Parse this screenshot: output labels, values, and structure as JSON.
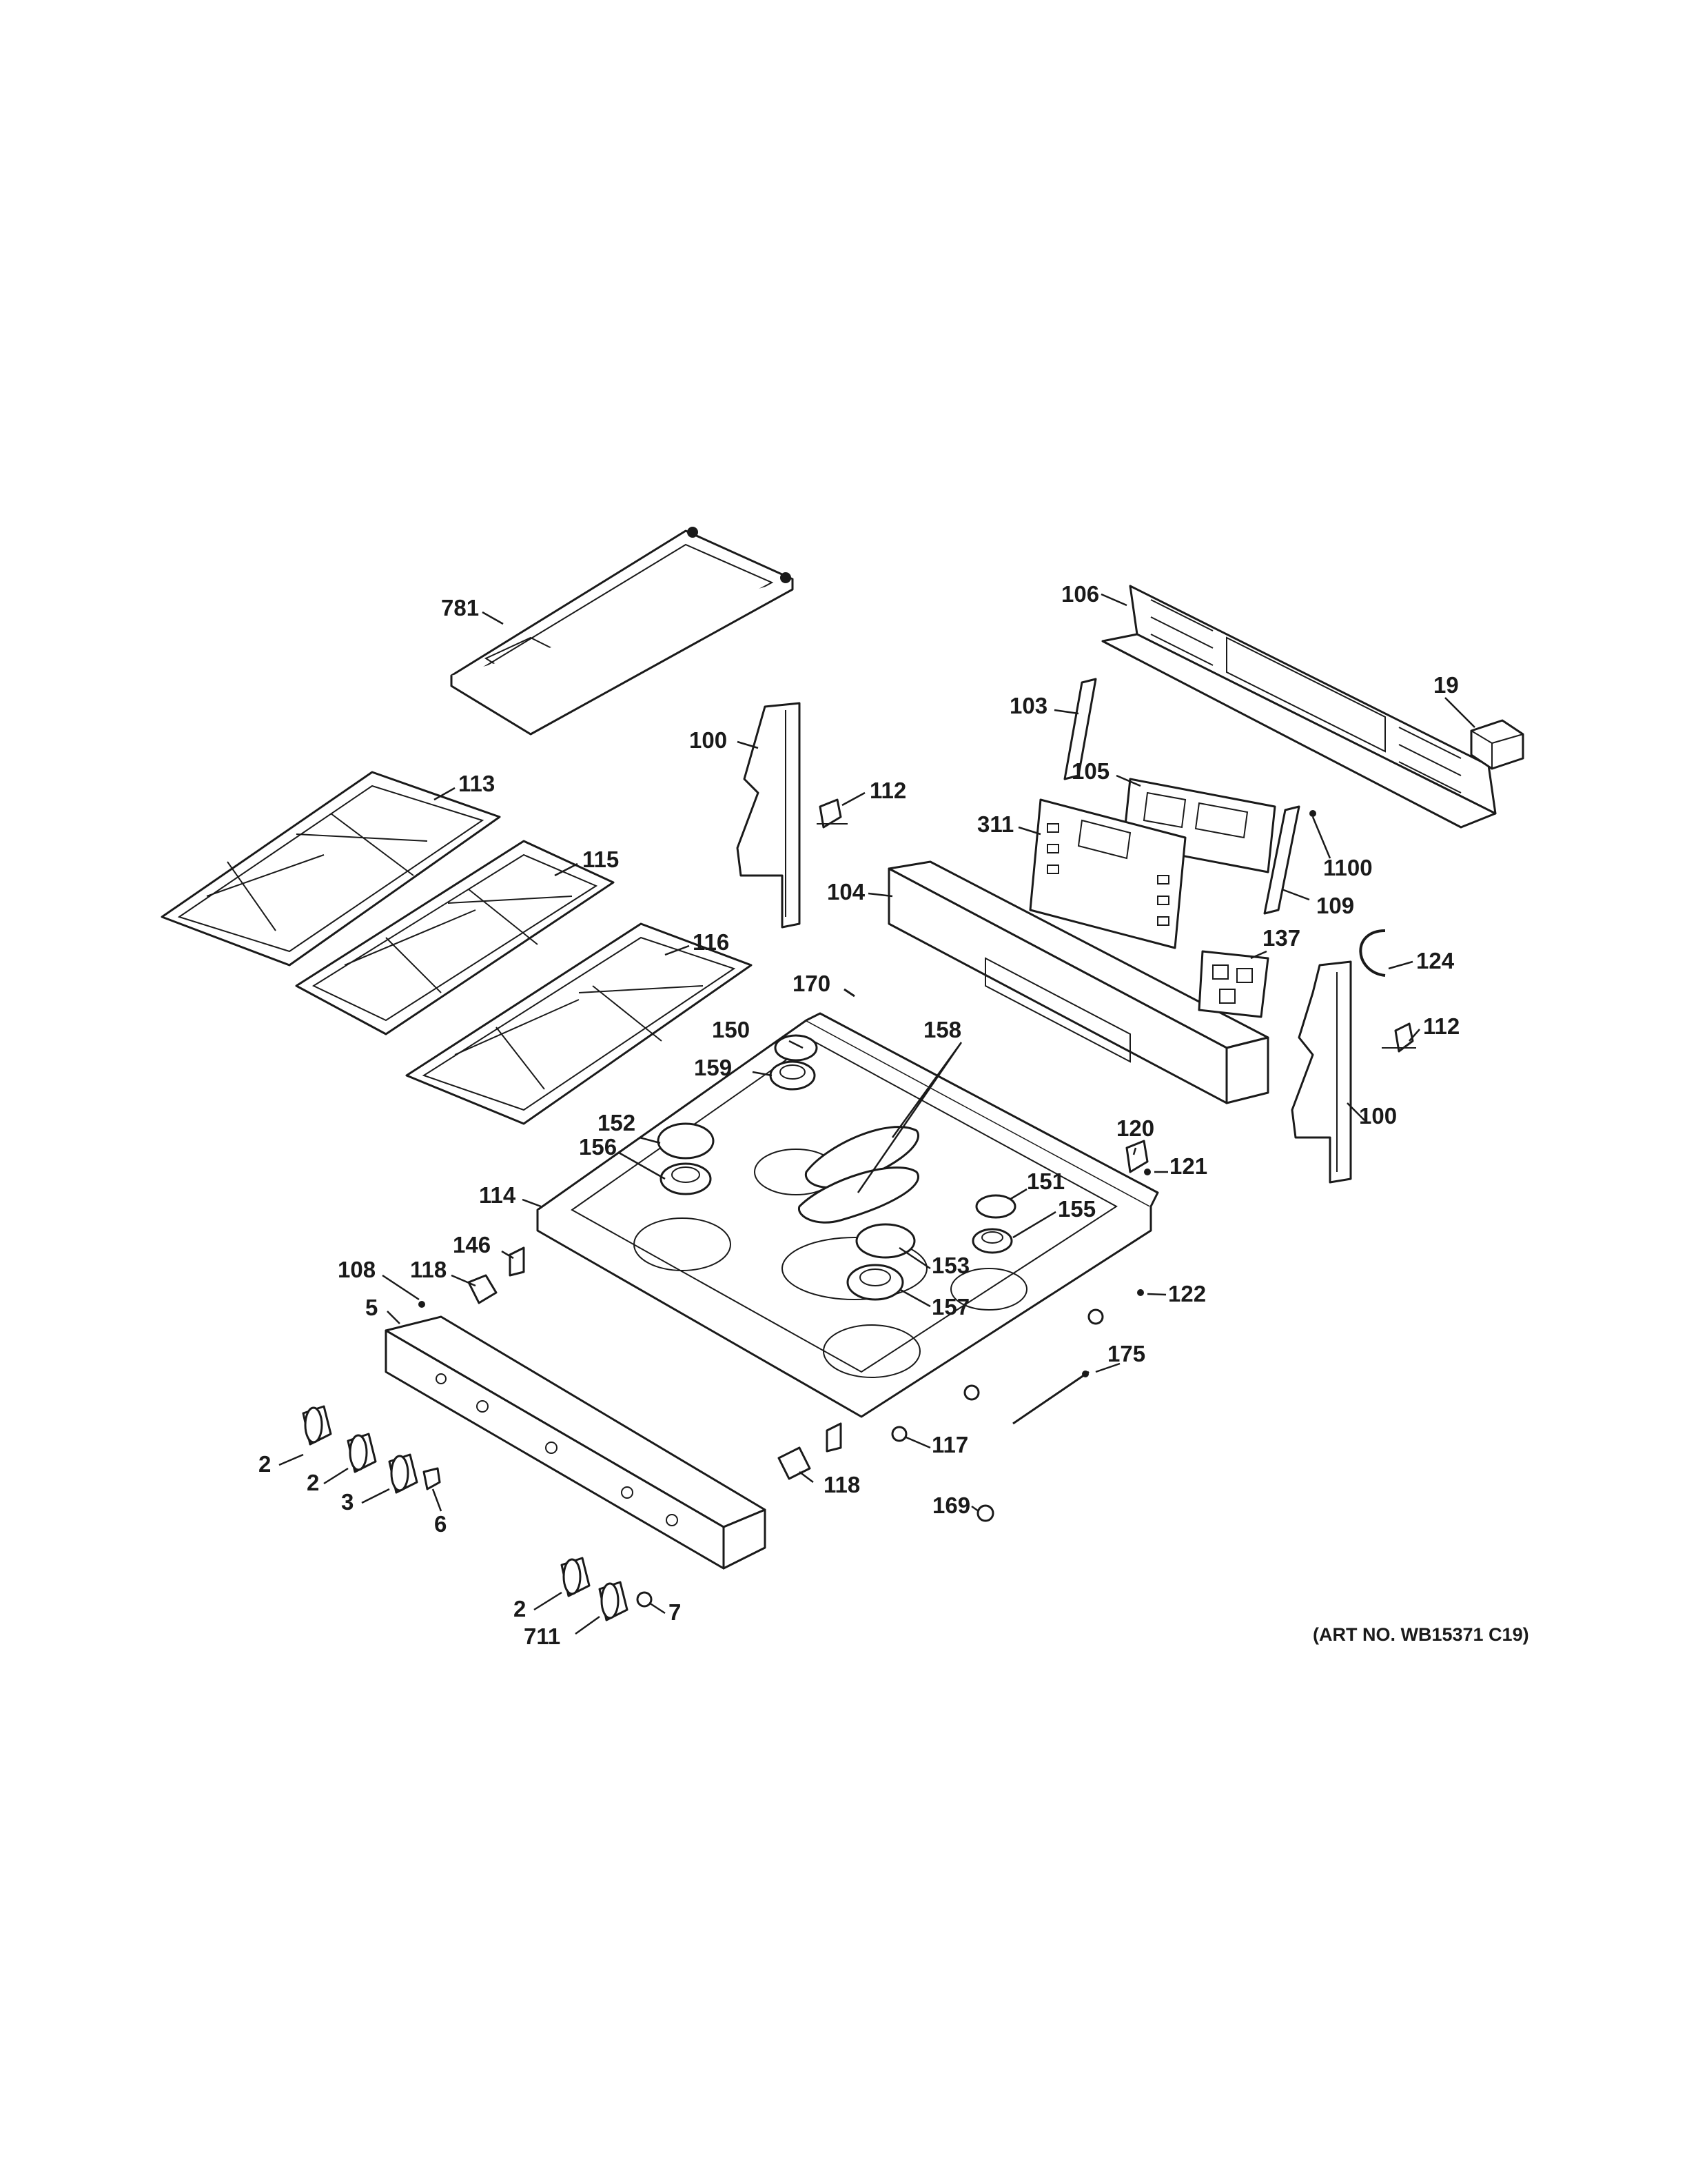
{
  "diagram": {
    "art_number": "(ART NO. WB15371 C19)",
    "callouts": [
      "781",
      "106",
      "19",
      "103",
      "105",
      "100",
      "113",
      "112",
      "311",
      "1100",
      "109",
      "104",
      "115",
      "137",
      "124",
      "116",
      "170",
      "112",
      "150",
      "158",
      "159",
      "152",
      "100",
      "120",
      "156",
      "121",
      "114",
      "151",
      "155",
      "146",
      "108",
      "118",
      "153",
      "122",
      "5",
      "157",
      "175",
      "2",
      "117",
      "2",
      "118",
      "3",
      "6",
      "169",
      "2",
      "7",
      "711"
    ]
  }
}
